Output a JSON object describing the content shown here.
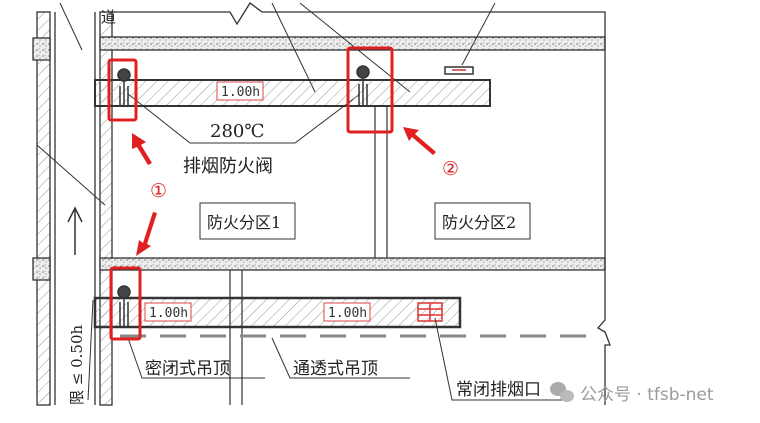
{
  "drawing": {
    "top_char": "道",
    "temperature": "280℃",
    "valve_label": "排烟防火阀",
    "zone1": "防火分区1",
    "zone2": "防火分区2",
    "fire_rating_upper": "1.00h",
    "fire_rating_lower_left": "1.00h",
    "fire_rating_lower_right": "1.00h",
    "sealed_ceiling": "密闭式吊顶",
    "open_ceiling": "通透式吊顶",
    "smoke_outlet": "常闭排烟口",
    "vertical_note": "限 ≤ 0.50h",
    "marker1": "①",
    "marker2": "②"
  },
  "watermark": {
    "icon": "wechat-icon",
    "text": "公众号 · tfsb-net"
  },
  "colors": {
    "highlight": "#e02020",
    "line": "#333333"
  }
}
